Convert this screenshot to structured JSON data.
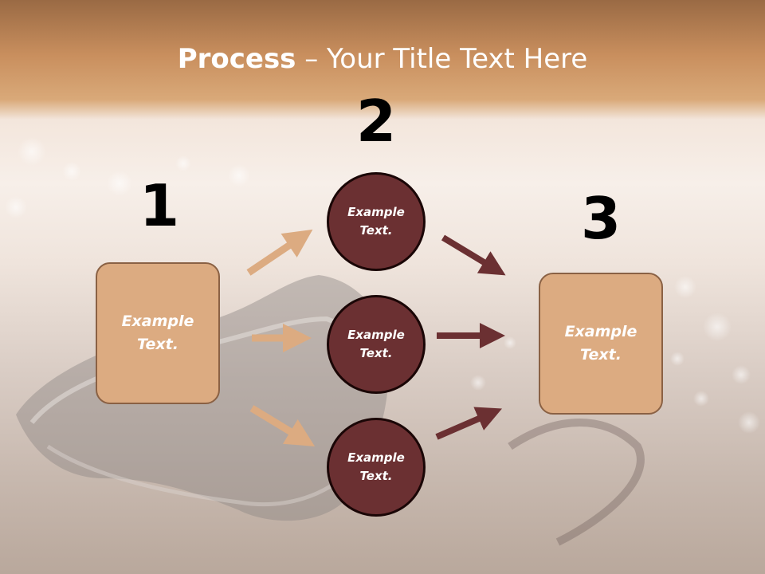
{
  "title": {
    "bold": "Process",
    "rest": " – Your Title Text Here"
  },
  "steps": [
    {
      "number": "1"
    },
    {
      "number": "2"
    },
    {
      "number": "3"
    }
  ],
  "left_box": {
    "text": "Example Text."
  },
  "circles": [
    {
      "text": "Example Text."
    },
    {
      "text": "Example Text."
    },
    {
      "text": "Example Text."
    }
  ],
  "right_box": {
    "text": "Example Text."
  },
  "colors": {
    "header": "#c98f5e",
    "box_fill": "#dcab81",
    "box_border": "#8a6144",
    "circle_fill": "#6b3032",
    "circle_border": "#1a0606",
    "arrow_light": "#dcab81",
    "arrow_dark": "#6b3032"
  }
}
